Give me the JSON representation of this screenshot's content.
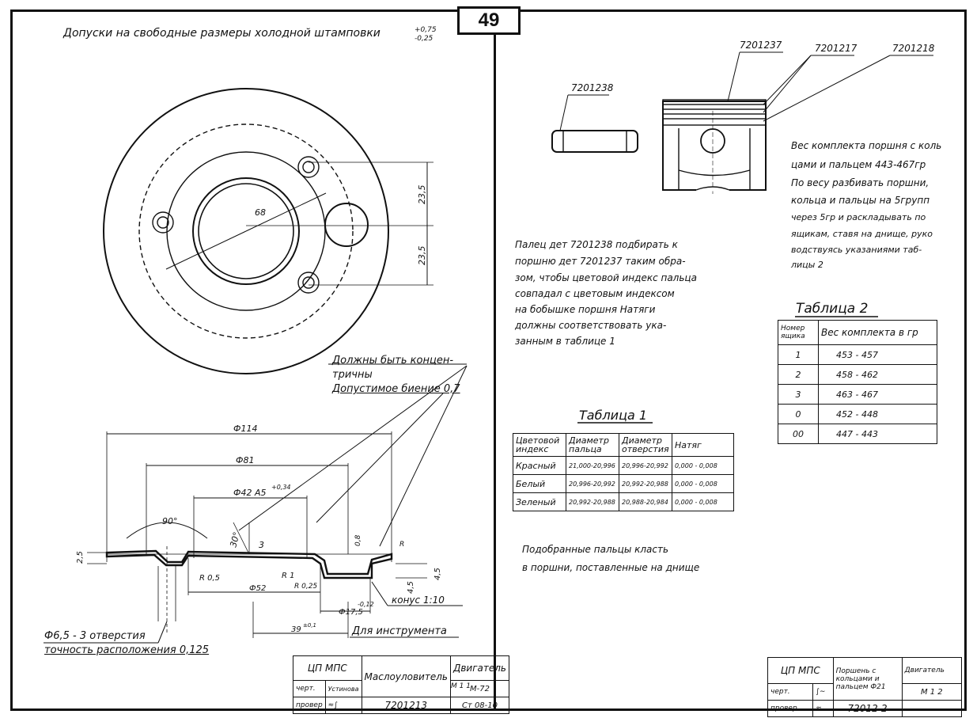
{
  "page_number": "49",
  "left_sheet": {
    "tolerance_note": "Допуски на свободные размеры холодной штамповки",
    "tolerance_plus": "+0,75",
    "tolerance_minus": "-0,25",
    "dims_top": {
      "d68": "68",
      "d23a": "23,5",
      "d23b": "23,5"
    },
    "concentric_note": [
      "Должны быть концен-",
      "тричны",
      "Допустимое биение 0,7"
    ],
    "dims_section": {
      "d114": "Ф114",
      "d81": "Ф81",
      "d42": "Ф42 А5",
      "d42tol": "+0,34",
      "ang90": "90°",
      "ang30": "30°",
      "h25": "2,5",
      "r05": "R 0,5",
      "r1": "R 1",
      "r025": "R 0,25",
      "d52": "Ф52",
      "d175": "Ф17,5",
      "d175tol": "-0,12",
      "h45a": "4,5",
      "h45b": "4,5",
      "d39": "39",
      "d39tol": "±0,1",
      "cone": "конус 1:10",
      "r08": "0,8",
      "r_mark": "R",
      "d3": "3"
    },
    "holes_note": "Ф6,5 - 3 отверстия",
    "position_note": "точность расположения 0,125",
    "tool_note": "Для инструмента",
    "stamp": {
      "org": "ЦП МПС",
      "maker": "Маслоуловитель",
      "engine_label": "Двигатель",
      "engine": "М-72",
      "drawn": "черт.",
      "drawn_name": "Устинова",
      "checked": "провер",
      "part_no": "7201213",
      "cell1": "М 1 1",
      "steel": "Ст 08-10"
    }
  },
  "right_sheet": {
    "part_labels": {
      "p1": "7201237",
      "p2": "7201217",
      "p3": "7201218",
      "p4": "7201238"
    },
    "weight_note": [
      "Вес комплекта поршня с коль",
      "цами и пальцем 443-467гр",
      "По весу разбивать поршни,",
      "кольца и пальцы на 5групп",
      "через 5гр  и раскладывать по",
      "ящикам, ставя на днище, руко",
      "водствуясь указаниями  таб-",
      "лицы 2"
    ],
    "pin_note": [
      "Палец дет 7201238 подбирать к",
      "поршню дет 7201237 таким обра-",
      "зом, чтобы цветовой индекс пальца",
      "совпадал с цветовым индексом",
      "на бобышке поршня Натяги",
      "должны соответствовать ука-",
      "занным в таблице 1"
    ],
    "table2": {
      "title": "Таблица 2",
      "headers": [
        "Номер ящика",
        "Вес комплекта в гр"
      ],
      "rows": [
        [
          "1",
          "453 - 457"
        ],
        [
          "2",
          "458 - 462"
        ],
        [
          "3",
          "463 - 467"
        ],
        [
          "0",
          "452 - 448"
        ],
        [
          "00",
          "447 - 443"
        ]
      ]
    },
    "table1": {
      "title": "Таблица 1",
      "headers": [
        "Цветовой индекс",
        "Диаметр пальца",
        "Диаметр отверстия",
        "Натяг"
      ],
      "rows": [
        [
          "Красный",
          "21,000-20,996",
          "20,996-20,992",
          "0,000 - 0,008"
        ],
        [
          "Белый",
          "20,996-20,992",
          "20,992-20,988",
          "0,000 - 0,008"
        ],
        [
          "Зеленый",
          "20,992-20,988",
          "20,988-20,984",
          "0,000 - 0,008"
        ]
      ]
    },
    "fit_note": [
      "Подобранные   пальцы класть",
      "в поршни, поставленные на днище"
    ],
    "stamp": {
      "org": "ЦП МПС",
      "title": "Поршень с кольцами и пальцем Ф21",
      "engine_label": "Двигатель",
      "drawn": "черт.",
      "checked": "провер.",
      "part_no": "72012-2",
      "cell1": "М 1 2"
    }
  }
}
